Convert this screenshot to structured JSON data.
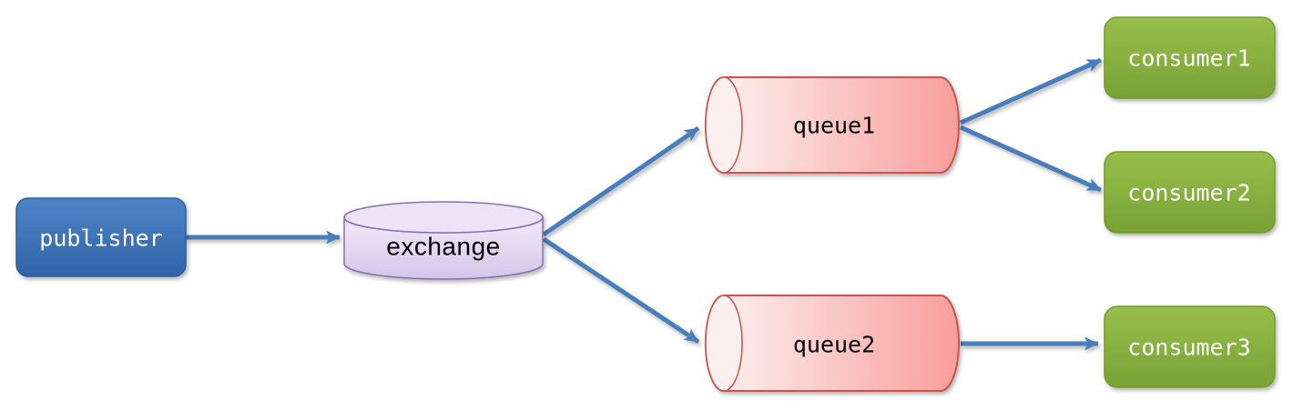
{
  "diagram": {
    "kind": "message-broker-flow",
    "background": "#ffffff",
    "edge_color": "#4a7ebd",
    "nodes": {
      "publisher": {
        "label": "publisher",
        "shape": "rounded-rectangle"
      },
      "exchange": {
        "label": "exchange",
        "shape": "cylinder-vertical"
      },
      "queue1": {
        "label": "queue1",
        "shape": "cylinder-horizontal"
      },
      "queue2": {
        "label": "queue2",
        "shape": "cylinder-horizontal"
      },
      "consumer1": {
        "label": "consumer1",
        "shape": "rounded-rectangle"
      },
      "consumer2": {
        "label": "consumer2",
        "shape": "rounded-rectangle"
      },
      "consumer3": {
        "label": "consumer3",
        "shape": "rounded-rectangle"
      }
    },
    "palette": {
      "publisher": {
        "fill_top": "#4e84c6",
        "fill_bottom": "#3064a8",
        "border": "#2c5c99",
        "text": "#ffffff"
      },
      "exchange": {
        "fill_top": "#f1ebfa",
        "fill_bottom": "#d5c5e9",
        "rim_fill": "#ece4f6",
        "border": "#8671ae",
        "text": "#000000"
      },
      "queue": {
        "fill_left": "#fdf4f3",
        "fill_right": "#f89e9b",
        "rim_fill": "#fcf0ef",
        "border": "#c9534f",
        "text": "#000000"
      },
      "consumer": {
        "fill_top": "#98bf4b",
        "fill_bottom": "#77a235",
        "border": "#6e9a2f",
        "text": "#ffffff"
      }
    },
    "edges": [
      {
        "from": "publisher",
        "to": "exchange"
      },
      {
        "from": "exchange",
        "to": "queue1"
      },
      {
        "from": "exchange",
        "to": "queue2"
      },
      {
        "from": "queue1",
        "to": "consumer1"
      },
      {
        "from": "queue1",
        "to": "consumer2"
      },
      {
        "from": "queue2",
        "to": "consumer3"
      }
    ]
  }
}
